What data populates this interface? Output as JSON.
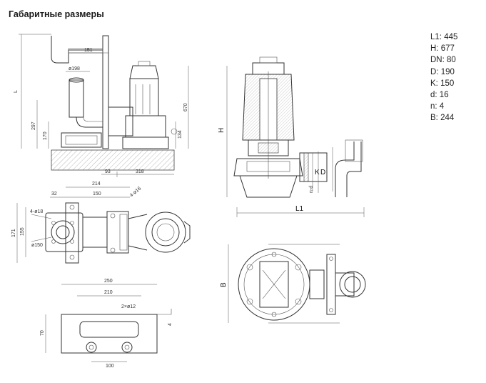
{
  "title": "Габаритные размеры",
  "specs": [
    {
      "label": "L1",
      "value": "445"
    },
    {
      "label": "H",
      "value": "677"
    },
    {
      "label": "DN",
      "value": "80"
    },
    {
      "label": "D",
      "value": "190"
    },
    {
      "label": "K",
      "value": "150"
    },
    {
      "label": "d",
      "value": "16"
    },
    {
      "label": "n",
      "value": "4"
    },
    {
      "label": "B",
      "value": "244"
    }
  ],
  "dims_top_left": {
    "L": "L",
    "d151": "151",
    "d198": "ø198",
    "d670": "670",
    "d297": "297",
    "d170": "170",
    "d134": "134",
    "d93": "93",
    "d318": "318"
  },
  "dims_mid_left": {
    "d214": "214",
    "d32": "32",
    "d150": "150",
    "d4x16": "4-ø16",
    "d4x18": "4-ø18",
    "d171": "171",
    "d155": "155",
    "d150r": "ø150"
  },
  "dims_bottom_left": {
    "d250": "250",
    "d210": "210",
    "d2x12": "2×ø12",
    "d70": "70",
    "d100": "100",
    "d4": "4"
  },
  "dims_right": {
    "H": "H",
    "K": "K",
    "D": "D",
    "n_d": "n-d",
    "L1": "L1",
    "B": "B"
  }
}
